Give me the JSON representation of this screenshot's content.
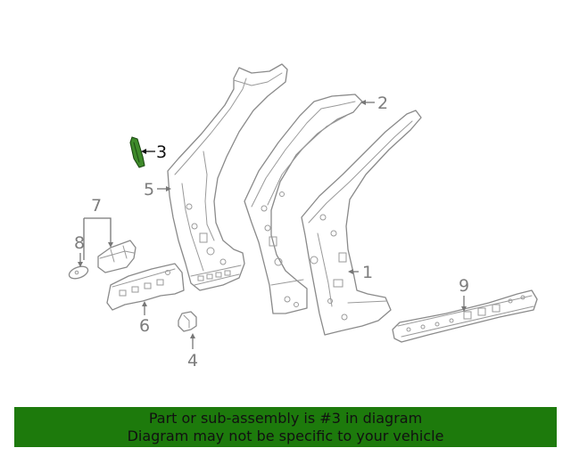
{
  "diagram": {
    "callouts": {
      "c1": "1",
      "c2": "2",
      "c3": "3",
      "c4": "4",
      "c5": "5",
      "c6": "6",
      "c7": "7",
      "c8": "8",
      "c9": "9"
    },
    "highlighted_part": "3",
    "highlight_color": "#3e8a2a"
  },
  "banner": {
    "line1": "Part or sub-assembly is #3 in diagram",
    "line2": "Diagram may not be specific to your vehicle",
    "background_color": "#1d7a0c"
  }
}
